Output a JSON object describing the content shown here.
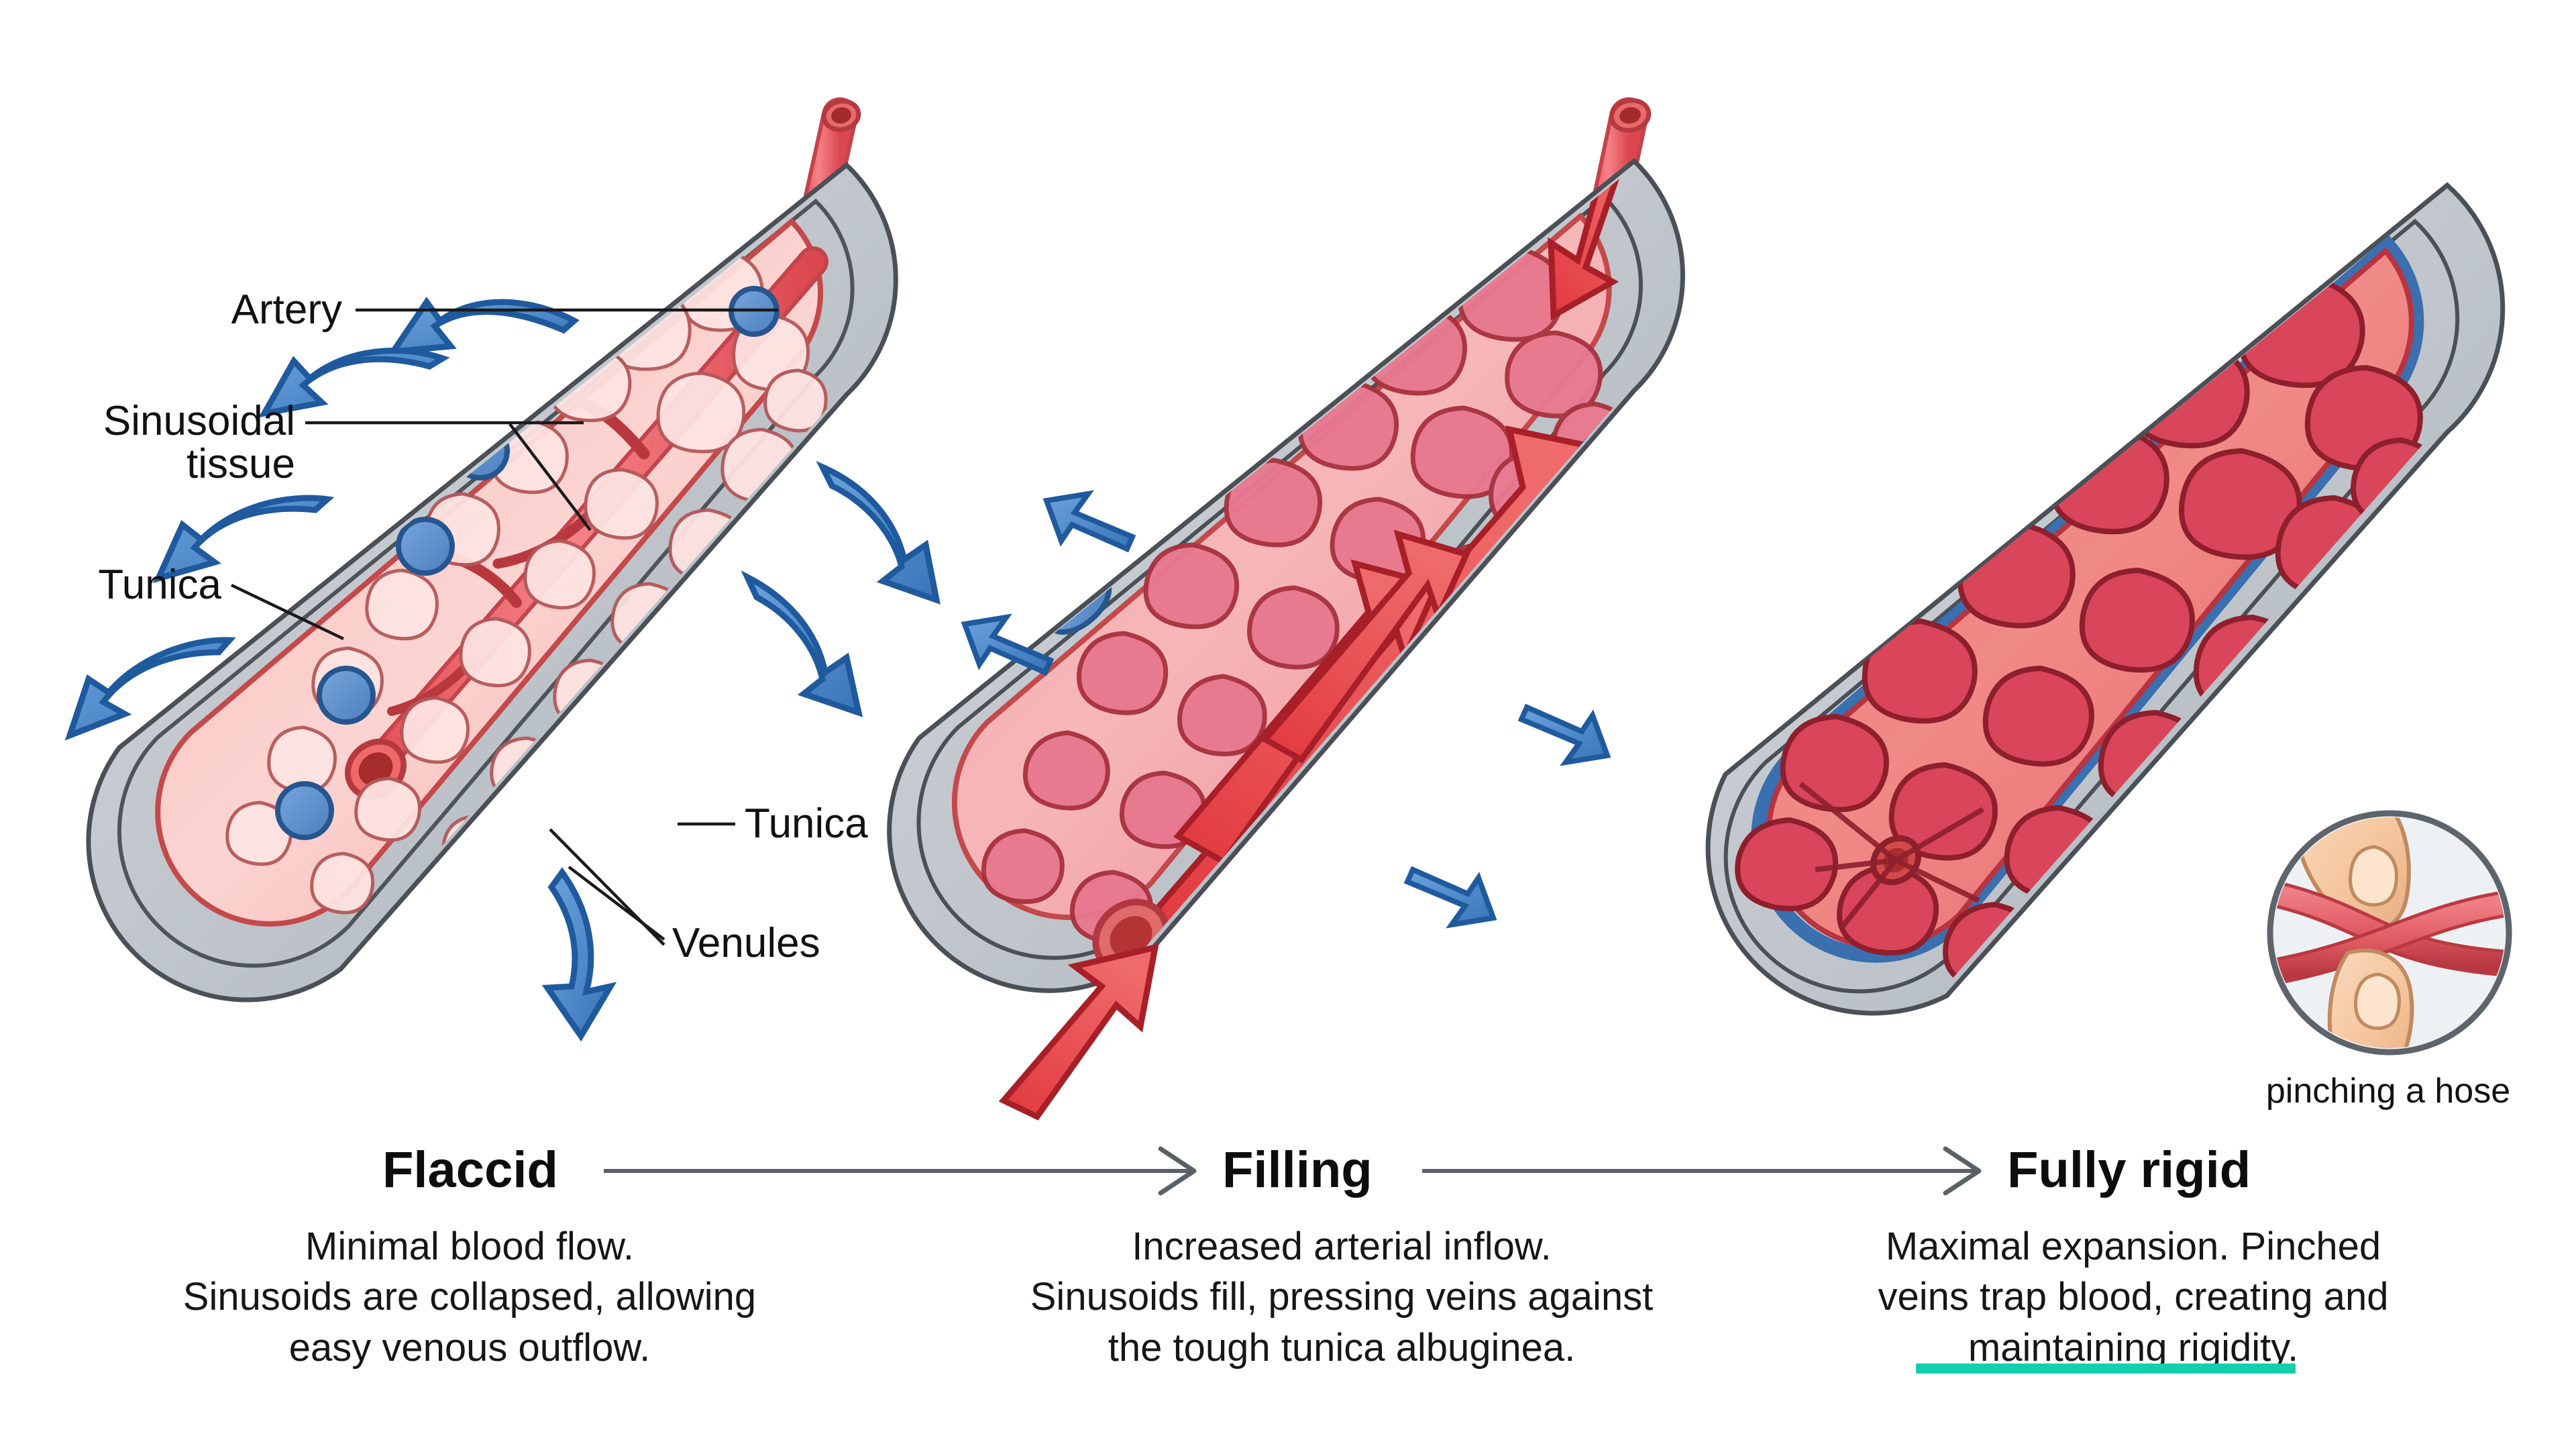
{
  "figure": {
    "title_visible": false,
    "background": "#ffffff"
  },
  "colors": {
    "tunica_outer": "#c6cbd0",
    "tunica_inner": "#b9bfc6",
    "tunica_stroke": "#4a5056",
    "sinusoid_flaccid_fill": "#f9c6c2",
    "sinusoid_flaccid_septa": "#f29a96",
    "sinusoid_filling_fill": "#e8788f",
    "sinusoid_rigid_fill": "#d9455a",
    "sinusoid_rigid_septa": "#f08080",
    "artery_red": "#e8585e",
    "artery_lumen": "#b22a2a",
    "artery_stroke": "#b02f37",
    "venule_blue": "#5b90cf",
    "venule_stroke": "#27568f",
    "arrow_blue_fill": "#4a85c8",
    "arrow_blue_stroke": "#1f5a9e",
    "arrow_red_fill": "#e0383f",
    "arrow_red_stroke": "#a81f28",
    "compressed_vein": "#3a6fb0",
    "connector_line": "#5a6068",
    "highlight_teal": "#13cfae",
    "skin": "#f5c9a4",
    "hose_red": "#e4626a"
  },
  "labels": {
    "panel1": [
      {
        "id": "artery",
        "text": "Artery"
      },
      {
        "id": "sinusoidal-tissue",
        "text": "Sinusoidal\ntissue"
      },
      {
        "id": "tunica-left",
        "text": "Tunica"
      },
      {
        "id": "tunica-right",
        "text": "Tunica"
      },
      {
        "id": "venules",
        "text": "Venules"
      }
    ]
  },
  "stages": [
    {
      "id": "flaccid",
      "title": "Flaccid",
      "description": "Minimal blood flow.\nSinusoids are collapsed, allowing\neasy venous outflow.",
      "highlighted": false
    },
    {
      "id": "filling",
      "title": "Filling",
      "description": "Increased arterial inflow.\nSinusoids fill, pressing veins against\nthe tough tunica albuginea.",
      "highlighted": false
    },
    {
      "id": "fully-rigid",
      "title": "Fully rigid",
      "description": "Maximal expansion. Pinched\nveins trap blood, creating and\nmaintaining rigidity.",
      "highlighted": true,
      "highlight_phrase": "maintaining rigidity."
    }
  ],
  "inset": {
    "id": "pinching-a-hose",
    "caption": "pinching a hose"
  }
}
